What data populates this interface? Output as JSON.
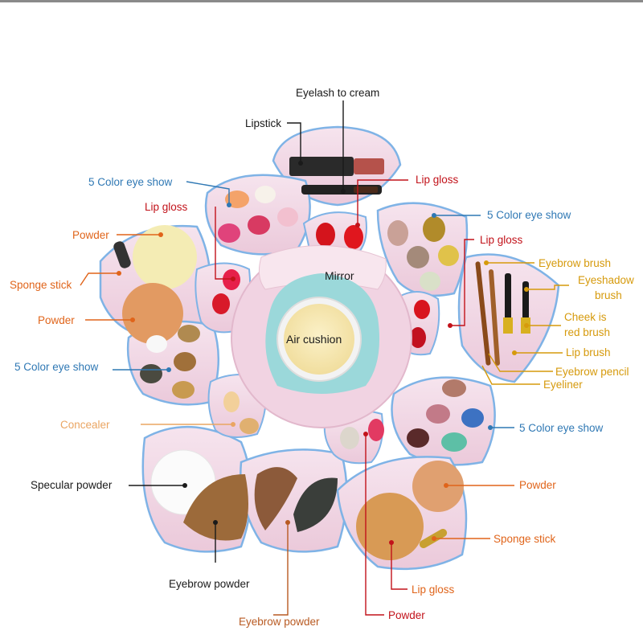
{
  "colors": {
    "blue": "#2f78b4",
    "red": "#c2121a",
    "orange": "#e0641a",
    "yellow": "#d69a0c",
    "peach": "#eaa562",
    "brown": "#b85a22",
    "black": "#1a1a1a",
    "case_pink": "#f3d7e6",
    "case_rim": "#7fb3e6"
  },
  "center": {
    "mirror": "Mirror",
    "air_cushion": "Air cushion"
  },
  "labels": {
    "eyelash_to_cream": "Eyelash to cream",
    "lipstick": "Lipstick",
    "eye_show_top_left": "5 Color eye show",
    "lip_gloss_top_right": "Lip gloss",
    "lip_gloss_left": "Lip gloss",
    "eye_show_right": "5 Color eye show",
    "powder_left_top": "Powder",
    "lip_gloss_right": "Lip gloss",
    "eyebrow_brush": "Eyebrow brush",
    "sponge_stick_left": "Sponge stick",
    "eyeshadow_brush_1": "Eyeshadow",
    "eyeshadow_brush_2": "brush",
    "powder_left_bottom": "Powder",
    "cheek_1": "Cheek is",
    "cheek_2": "red brush",
    "lip_brush": "Lip brush",
    "eye_show_left": "5 Color eye show",
    "eyebrow_pencil": "Eyebrow pencil",
    "eyeliner": "Eyeliner",
    "concealer": "Concealer",
    "eye_show_bottom_right": "5 Color eye show",
    "specular_powder": "Specular powder",
    "powder_right": "Powder",
    "sponge_stick_right": "Sponge stick",
    "eyebrow_powder_black": "Eyebrow powder",
    "lip_gloss_bottom": "Lip gloss",
    "eyebrow_powder_brown": "Eyebrow powder",
    "powder_bottom": "Powder"
  }
}
